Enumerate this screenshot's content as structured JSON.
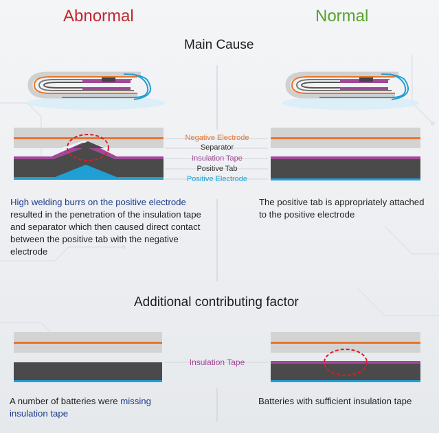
{
  "headings": {
    "abnormal": "Abnormal",
    "normal": "Normal",
    "main_cause": "Main Cause",
    "additional": "Additional contributing factor"
  },
  "labels": {
    "negative_electrode": "Negative Electrode",
    "separator": "Separator",
    "insulation_tape": "Insulation Tape",
    "positive_tab": "Positive Tab",
    "positive_electrode": "Positive Electrode",
    "insulation_tape_2": "Insulation Tape"
  },
  "captions": {
    "abnormal_main_highlight": "High welding burrs on the positive electrode",
    "abnormal_main_rest": " resulted in the penetration of the insulation tape and separator which then caused direct contact between the positive tab with the negative electrode",
    "normal_main": "The positive tab is appropriately attached to the positive electrode",
    "abnormal_add_plain": "A number of batteries were ",
    "abnormal_add_highlight": "missing insulation tape",
    "normal_add": "Batteries with sufficient insulation tape"
  },
  "colors": {
    "abnormal": "#c0282f",
    "normal": "#5aa12d",
    "negative_electrode": "#e8742a",
    "separator": "#555555",
    "insulation_tape": "#a3479a",
    "positive_tab": "#555555",
    "positive_electrode": "#1f9fd4",
    "dark_layer": "#4a4a4a",
    "light_layer": "#d3d3d3",
    "defect_circle": "#d3202a"
  }
}
